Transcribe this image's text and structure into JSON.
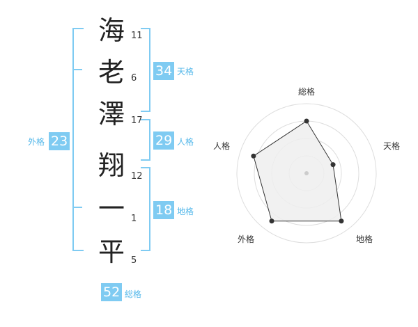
{
  "name_chars": [
    {
      "char": "海",
      "strokes": "11"
    },
    {
      "char": "老",
      "strokes": "6"
    },
    {
      "char": "澤",
      "strokes": "17"
    },
    {
      "char": "翔",
      "strokes": "12"
    },
    {
      "char": "一",
      "strokes": "1"
    },
    {
      "char": "平",
      "strokes": "5"
    }
  ],
  "fortunes": {
    "tenkaku": {
      "value": "34",
      "label": "天格"
    },
    "jinkaku": {
      "value": "29",
      "label": "人格"
    },
    "chikaku": {
      "value": "18",
      "label": "地格"
    },
    "gaikaku": {
      "value": "23",
      "label": "外格"
    },
    "soukaku": {
      "value": "52",
      "label": "総格"
    }
  },
  "chart_data": {
    "type": "radar",
    "axes": [
      "総格",
      "天格",
      "地格",
      "外格",
      "人格"
    ],
    "values": [
      0.75,
      0.4,
      0.85,
      0.85,
      0.8
    ],
    "rings": 4,
    "colors": {
      "fill": "#efefef",
      "line": "#333333",
      "ring": "#dddddd",
      "center": "#cccccc"
    }
  }
}
